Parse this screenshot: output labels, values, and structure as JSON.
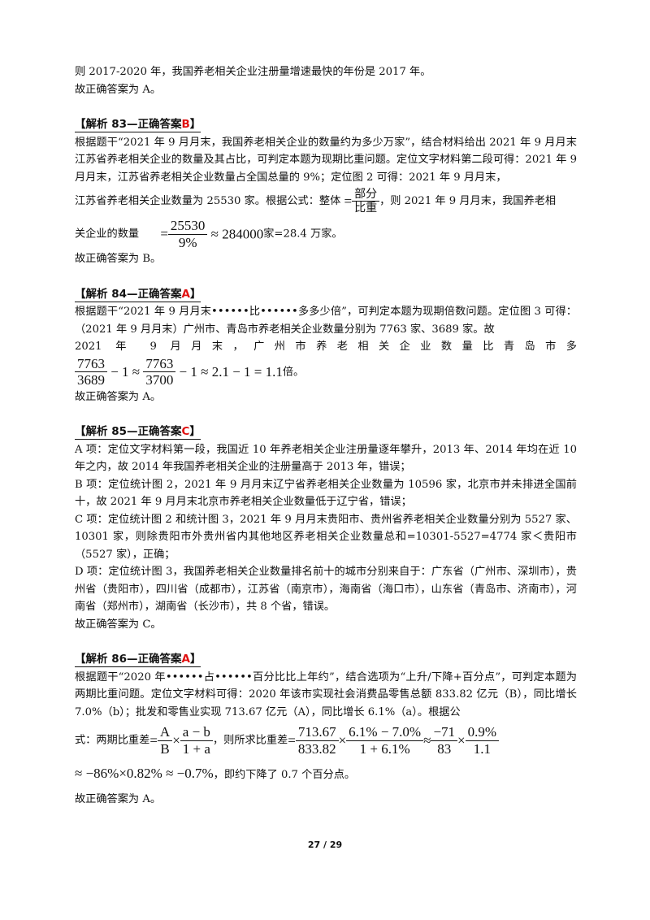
{
  "intro": {
    "line1": "则 2017-2020 年，我国养老相关企业注册量增速最快的年份是 2017 年。",
    "line2": "故正确答案为 A。"
  },
  "q83": {
    "header_prefix": "【解析 83—正确答案",
    "answer": "B",
    "header_suffix": "】",
    "p1": "根据题干“2021 年 9 月月末，我国养老相关企业的数量约为多少万家”，结合材料给出 2021 年 9 月月末江苏省养老相关企业的数量及其占比，可判定本题为现期比重问题。定位文字材料第二段可得：2021 年 9 月月末，江苏省养老相关企业数量占全国总量的 9%；定位图 2 可得：2021 年 9 月月末，",
    "p2_before": "江苏省养老相关企业数量为 25530 家。根据公式：整体",
    "formula_num": "部分",
    "formula_den": "比重",
    "p2_after": "，则 2021 年 9 月月末，我国养老相",
    "p3_before": "关企业的数量",
    "calc_num": "25530",
    "calc_den": "9%",
    "calc_result": "≈ 284000",
    "p3_after": "家=28.4 万家。",
    "conclusion": "故正确答案为 B。"
  },
  "q84": {
    "header_prefix": "【解析 84—正确答案",
    "answer": "A",
    "header_suffix": "】",
    "p1": "根据题干“2021 年 9 月月末••••••比••••••多多少倍”，可判定本题为现期倍数问题。定位图 3 可得：（2021 年 9 月月末）广州市、青岛市养老相关企业数量分别为 7763 家、3689 家。故",
    "p2": "2021 年 9 月月末，广州市养老相关企业数量比青岛市多",
    "f1_num": "7763",
    "f1_den": "3689",
    "f2_num": "7763",
    "f2_den": "3700",
    "tail_expr": "− 1 ≈ 2.1 − 1 = 1.1",
    "unit": "倍。",
    "conclusion": "故正确答案为 A。"
  },
  "q85": {
    "header_prefix": "【解析 85—正确答案",
    "answer": "C",
    "header_suffix": "】",
    "a": "A 项：定位文字材料第一段，我国近 10 年养老相关企业注册量逐年攀升，2013 年、2014 年均在近 10 年之内，故 2014 年我国养老相关企业的注册量高于 2013 年，错误；",
    "b": "B 项：定位统计图 2，2021 年 9 月月末辽宁省养老相关企业数量为 10596 家，北京市并未排进全国前十，故 2021 年 9 月月末北京市养老相关企业数量低于辽宁省，错误；",
    "c": "C 项：定位统计图 2 和统计图 3，2021 年 9 月月末贵阳市、贵州省养老相关企业数量分别为 5527 家、10301 家，则除贵阳市外贵州省内其他地区养老相关企业数量总和=10301-5527=4774 家＜贵阳市（5527 家），正确；",
    "d": "D 项：定位统计图 3，我国养老相关企业数量排名前十的城市分别来自于：广东省（广州市、深圳市），贵州省（贵阳市），四川省（成都市），江苏省（南京市），海南省（海口市），山东省（青岛市、济南市），河南省（郑州市），湖南省（长沙市），共 8 个省，错误。",
    "conclusion": "故正确答案为 C。"
  },
  "q86": {
    "header_prefix": "【解析 86—正确答案",
    "answer": "A",
    "header_suffix": "】",
    "p1": "根据题干“2020 年••••••占••••••百分比比上年约”，结合选项为“上升/下降+百分点”，可判定本题为两期比重问题。定位文字材料可得：2020 年该市实现社会消费品零售总额 833.82 亿元（B），同比增长 7.0%（b）；批发和零售业实现 713.67 亿元（A），同比增长 6.1%（a）。根据公",
    "formula_prefix": "式：两期比重差",
    "fA": "A",
    "fB": "B",
    "fab": "a − b",
    "f1a": "1 + a",
    "mid_text": "，则所求比重差",
    "v1n": "713.67",
    "v1d": "833.82",
    "v2n": "6.1% − 7.0%",
    "v2d": "1 + 6.1%",
    "v3n": "−71",
    "v3d": "83",
    "v4n": "0.9%",
    "v4d": "1.1",
    "line2_expr": "≈ −86%×0.82% ≈ −0.7%",
    "line2_text": "，即约下降了 0.7 个百分点。",
    "conclusion": "故正确答案为 A。"
  },
  "footer": {
    "page": "27 / 29"
  }
}
